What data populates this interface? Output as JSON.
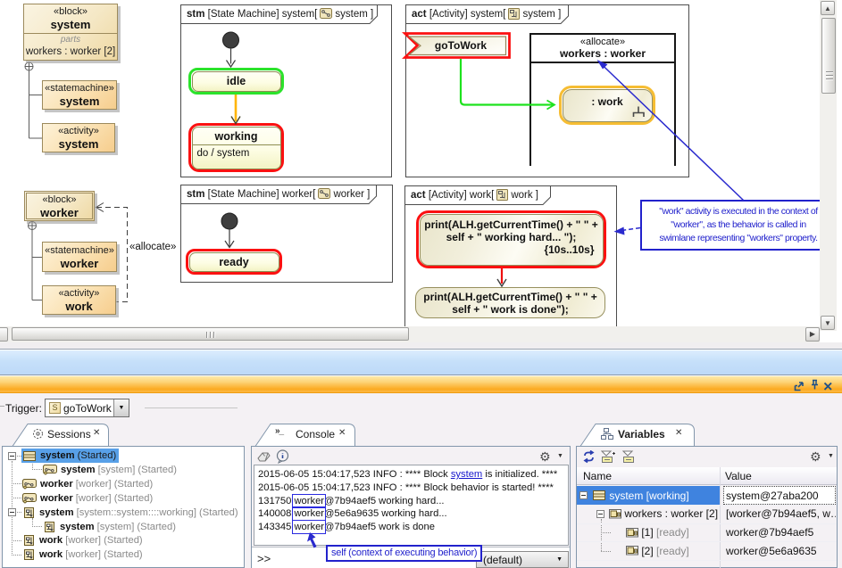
{
  "diagram": {
    "bdd": {
      "block_system": {
        "stereotype": "«block»",
        "name": "system",
        "parts_caption": "parts",
        "attribute": "workers : worker [2]"
      },
      "sm_system": {
        "stereotype": "«statemachine»",
        "name": "system"
      },
      "act_system": {
        "stereotype": "«activity»",
        "name": "system"
      },
      "block_worker": {
        "stereotype": "«block»",
        "name": "worker"
      },
      "sm_worker": {
        "stereotype": "«statemachine»",
        "name": "worker"
      },
      "act_work": {
        "stereotype": "«activity»",
        "name": "work"
      },
      "allocate_label": "«allocate»"
    },
    "frames": {
      "stm_system": {
        "kw": "stm",
        "pre": "[State Machine] system[",
        "post": "system ]"
      },
      "act_system": {
        "kw": "act",
        "pre": "[Activity] system[",
        "post": "system ]"
      },
      "stm_worker": {
        "kw": "stm",
        "pre": "[State Machine] worker[",
        "post": "worker ]"
      },
      "act_work": {
        "kw": "act",
        "pre": "[Activity] work[",
        "post": "work ]"
      }
    },
    "stm_system": {
      "idle": "idle",
      "working": "working",
      "working_do": "do / system"
    },
    "stm_worker": {
      "ready": "ready"
    },
    "act_system": {
      "signal": "goToWork",
      "swimlane_stereotype": "«allocate»",
      "swimlane_name": "workers : worker",
      "call_action": ": work"
    },
    "act_work": {
      "action1_line1": "print(ALH.getCurrentTime() + \" \" +",
      "action1_line2": "self + \" working hard... \");",
      "action1_constraint": "{10s..10s}",
      "action2_line1": "print(ALH.getCurrentTime() + \" \" +",
      "action2_line2": "self + \" work is done\");"
    },
    "note_lines": [
      "\"work\" activity is executed in the context of",
      "\"worker\", as the behavior is called in",
      "swimlane representing \"workers\" property."
    ]
  },
  "sim": {
    "window_icons": [
      "restore-icon",
      "pin-icon",
      "close-icon"
    ],
    "trigger_label": "Trigger:",
    "trigger_value": "goToWork",
    "tabs": [
      {
        "id": "sessions",
        "label": "Sessions"
      },
      {
        "id": "console",
        "label": "Console"
      },
      {
        "id": "variables",
        "label": "Variables"
      }
    ]
  },
  "sessions": {
    "rows": [
      {
        "level": 0,
        "expander": true,
        "icon": "block",
        "name": "system",
        "detail": "(Started)",
        "selected": true
      },
      {
        "level": 1,
        "expander": false,
        "icon": "statemachine",
        "name": "system",
        "detail": "[system] (Started)"
      },
      {
        "level": 0,
        "expander": false,
        "icon": "statemachine",
        "name": "worker",
        "detail": "[worker] (Started)"
      },
      {
        "level": 0,
        "expander": false,
        "icon": "statemachine",
        "name": "worker",
        "detail": "[worker] (Started)"
      },
      {
        "level": 0,
        "expander": true,
        "icon": "activity",
        "name": "system",
        "detail": "[system::system::::working] (Started)"
      },
      {
        "level": 1,
        "expander": false,
        "icon": "activity",
        "name": "system",
        "detail": "[system] (Started)"
      },
      {
        "level": 0,
        "expander": false,
        "icon": "activity",
        "name": "work",
        "detail": "[worker] (Started)"
      },
      {
        "level": 0,
        "expander": false,
        "icon": "activity",
        "name": "work",
        "detail": "[worker] (Started)"
      }
    ]
  },
  "console": {
    "lines": [
      [
        {
          "t": "2015-06-05 15:04:17,523 INFO : **** Block "
        },
        {
          "t": "system",
          "k": "link"
        },
        {
          "t": " is initialized. ****"
        }
      ],
      [
        {
          "t": "2015-06-05 15:04:17,523 INFO : **** Block behavior is started! ****"
        }
      ],
      [
        {
          "t": "131750 "
        },
        {
          "t": "worker",
          "k": "box"
        },
        {
          "t": "@7b94aef5 working hard..."
        }
      ],
      [
        {
          "t": "140008 "
        },
        {
          "t": "worker",
          "k": "box"
        },
        {
          "t": "@5e6a9635 working hard..."
        }
      ],
      [
        {
          "t": "143345 "
        },
        {
          "t": "worker",
          "k": "box"
        },
        {
          "t": "@7b94aef5 work is done"
        }
      ]
    ],
    "tooltip": "self (context of executing behavior)",
    "prompt": ">>",
    "combo_value": "(default)"
  },
  "variables": {
    "columns": [
      "Name",
      "Value"
    ],
    "rows": [
      {
        "level": 0,
        "expander": true,
        "icon": "block",
        "name": "system [working]",
        "value": "system@27aba200",
        "selected": true,
        "focus": true
      },
      {
        "level": 1,
        "expander": true,
        "icon": "part",
        "name": "workers : worker [2]",
        "value": "[worker@7b94aef5, w…"
      },
      {
        "level": 2,
        "expander": false,
        "icon": "part",
        "name": "[1]",
        "state": "[ready]",
        "value": "worker@7b94aef5"
      },
      {
        "level": 2,
        "expander": false,
        "icon": "part",
        "name": "[2]",
        "state": "[ready]",
        "value": "worker@5e6a9635"
      }
    ]
  }
}
